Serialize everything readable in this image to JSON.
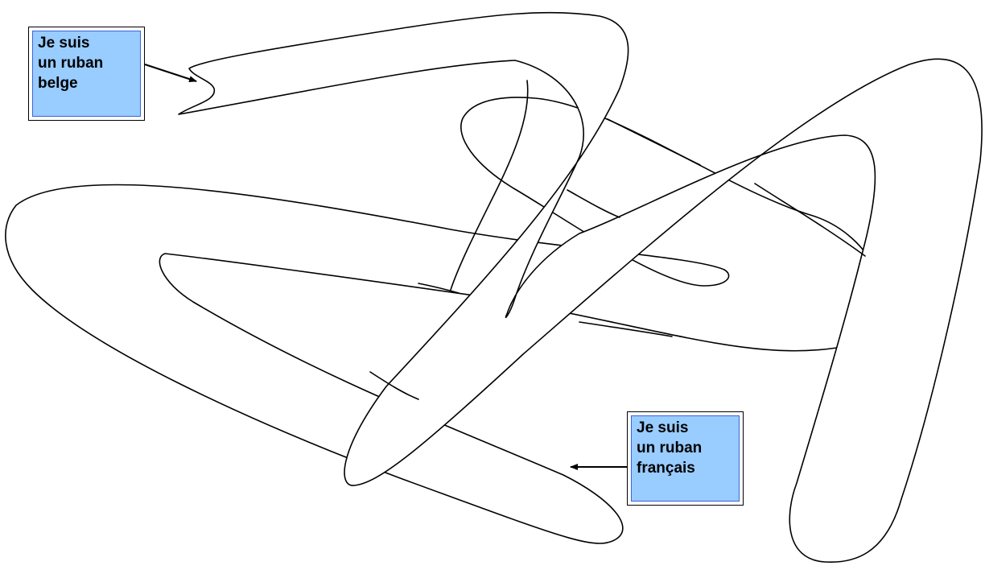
{
  "callouts": {
    "belge": {
      "lines": [
        "Je suis",
        "un ruban",
        "belge"
      ]
    },
    "francais": {
      "lines": [
        "Je suis",
        "un ruban",
        "français"
      ]
    }
  },
  "colors": {
    "callout_fill": "#99ccff",
    "callout_border": "#3c64d8",
    "stroke": "#000000",
    "background": "#ffffff"
  }
}
